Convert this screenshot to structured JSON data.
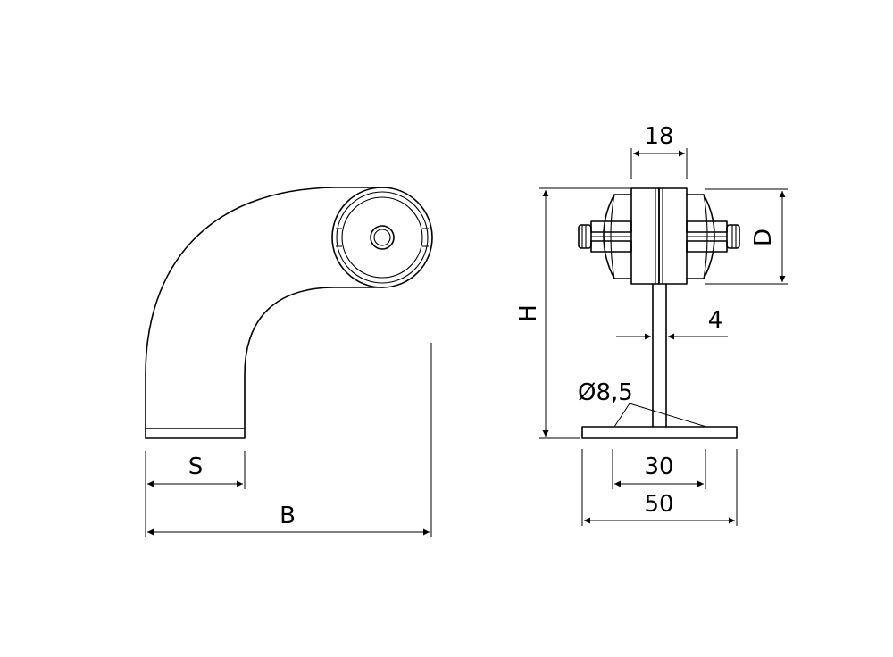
{
  "colors": {
    "line": "#000000",
    "background": "#ffffff"
  },
  "dimensions": {
    "width_18": "18",
    "height_h": "H",
    "diameter_d": "D",
    "thickness_4": "4",
    "hole_diameter": "Ø8,5",
    "hole_spacing_30": "30",
    "plate_width_50": "50",
    "base_s": "S",
    "overall_b": "B"
  }
}
